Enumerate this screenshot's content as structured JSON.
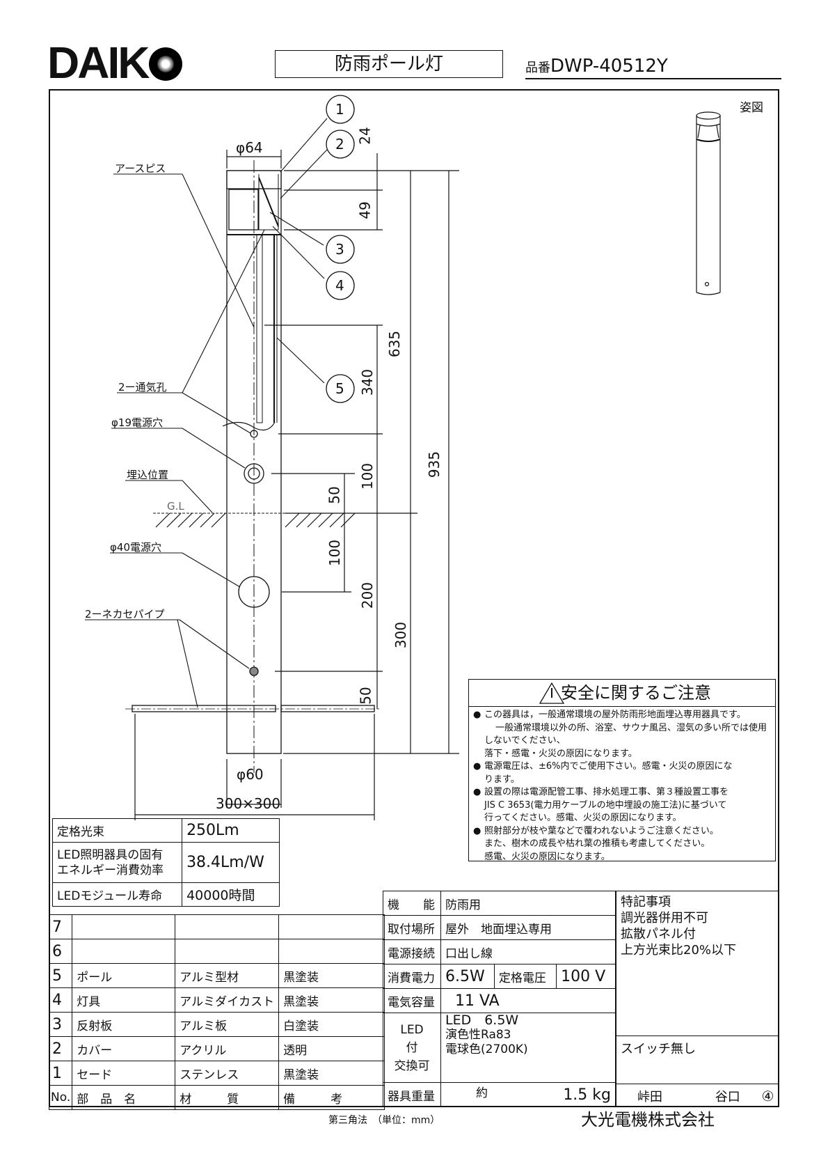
{
  "header": {
    "brand": "DAIK",
    "title": "防雨ポール灯",
    "part_label": "品番",
    "part_number": "DWP-40512Y"
  },
  "drawing": {
    "annotations": {
      "earth_screw": "アースピス",
      "vent_holes": "2ー通気孔",
      "hole_19": "φ19電源穴",
      "embed_pos": "埋込位置",
      "gl": "G.L",
      "hole_40": "φ40電源穴",
      "pipe": "2ーネカセパイプ",
      "iso_view": "姿図"
    },
    "dimensions": {
      "d_top": "φ64",
      "d_bottom": "φ60",
      "base": "300×300",
      "h24": "24",
      "h49": "49",
      "h635": "635",
      "h935": "935",
      "h340": "340",
      "h100a": "100",
      "h50a": "50",
      "h100b": "100",
      "h200": "200",
      "h300": "300",
      "h50b": "50"
    },
    "callouts": [
      "1",
      "2",
      "3",
      "4",
      "5"
    ]
  },
  "safety": {
    "title": "安全に関するご注意",
    "items": [
      [
        "この器具は，一般通常環境の屋外防雨形地面埋込専用器具です。",
        "一般通常環境以外の所、浴室、サウナ風呂、湿気の多い所では使用",
        "しないでください、",
        "落下・感電・火災の原因になります。"
      ],
      [
        "電源電圧は、±6%内でご使用下さい。感電・火災の原因にな",
        "ります。"
      ],
      [
        "設置の際は電源配管工事、排水処理工事、第３種設置工事を",
        "JIS C 3653(電力用ケーブルの地中埋設の施工法)に基づいて",
        "行ってください。感電、火災の原因になります。"
      ],
      [
        "照射部分が枝や葉などで覆われないようご注意ください。",
        "また、樹木の成長や枯れ葉の推積も考慮してください。",
        "感電、火災の原因になります。"
      ]
    ]
  },
  "performance": [
    {
      "label": "定格光束",
      "value": "250Lm"
    },
    {
      "label": "LED照明器具の固有\nエネルギー消費効率",
      "value": "38.4Lm/W"
    },
    {
      "label": "LEDモジュール寿命",
      "value": "40000時間"
    }
  ],
  "parts": {
    "header": {
      "no": "No.",
      "name": "部　品　名",
      "material": "材　　　質",
      "note": "備　　　考"
    },
    "rows": [
      {
        "no": "7",
        "name": "",
        "material": "",
        "note": ""
      },
      {
        "no": "6",
        "name": "",
        "material": "",
        "note": ""
      },
      {
        "no": "5",
        "name": "ポール",
        "material": "アルミ型材",
        "note": "黒塗装"
      },
      {
        "no": "4",
        "name": "灯具",
        "material": "アルミダイカスト",
        "note": "黒塗装"
      },
      {
        "no": "3",
        "name": "反射板",
        "material": "アルミ板",
        "note": "白塗装"
      },
      {
        "no": "2",
        "name": "カバー",
        "material": "アクリル",
        "note": "透明"
      },
      {
        "no": "1",
        "name": "セード",
        "material": "ステンレス",
        "note": "黒塗装"
      }
    ]
  },
  "specs": {
    "function_label": "機　　能",
    "function": "防雨用",
    "mount_label": "取付場所",
    "mount": "屋外　地面埋込専用",
    "conn_label": "電源接続",
    "conn": "口出し線",
    "power_label": "消費電力",
    "power": "6.5W",
    "voltage_label": "定格電圧",
    "voltage": "100 V",
    "capacity_label": "電気容量",
    "capacity": "11 VA",
    "led_label": [
      "LED",
      "付",
      "交換可"
    ],
    "led_info": [
      "LED　6.5W",
      "演色性Ra83",
      "電球色(2700K)"
    ],
    "weight_label": "器具重量",
    "weight_prefix": "約",
    "weight": "1.5 kg",
    "notes_title": "特記事項",
    "notes": [
      "調光器併用不可",
      "拡散パネル付",
      "上方光束比20%以下"
    ],
    "switch": "スイッチ無し",
    "sign1": "峠田",
    "sign2": "谷口",
    "rev": "④"
  },
  "footer": {
    "projection": "第三角法　（単位：mm）",
    "company": "大光電機株式会社"
  }
}
